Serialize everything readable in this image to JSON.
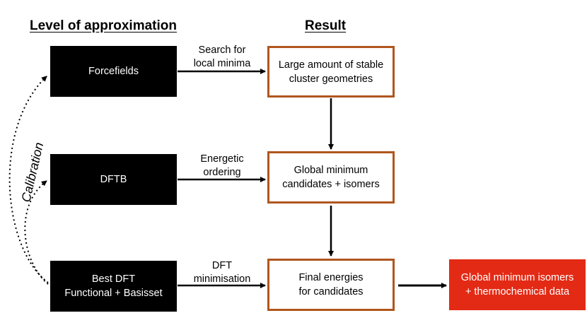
{
  "headings": {
    "left": "Level of approximation",
    "right": "Result"
  },
  "levels": [
    {
      "lines": [
        "Forcefields"
      ]
    },
    {
      "lines": [
        "DFTB"
      ]
    },
    {
      "lines": [
        "Best DFT",
        "Functional + Basisset"
      ]
    }
  ],
  "results": [
    {
      "lines": [
        "Large amount of stable",
        "cluster geometries"
      ]
    },
    {
      "lines": [
        "Global minimum",
        "candidates + isomers"
      ]
    },
    {
      "lines": [
        "Final energies",
        "for candidates"
      ]
    }
  ],
  "final": {
    "lines": [
      "Global minimum isomers",
      "+ thermochemical data"
    ]
  },
  "edge_labels": [
    {
      "lines": [
        "Search for",
        "local minima"
      ]
    },
    {
      "lines": [
        "Energetic",
        "ordering"
      ]
    },
    {
      "lines": [
        "DFT",
        "minimisation"
      ]
    }
  ],
  "calibration_label": "Calibration",
  "colors": {
    "level_fill": "#000000",
    "result_border": "#b0561e",
    "final_fill": "#e32a15"
  }
}
